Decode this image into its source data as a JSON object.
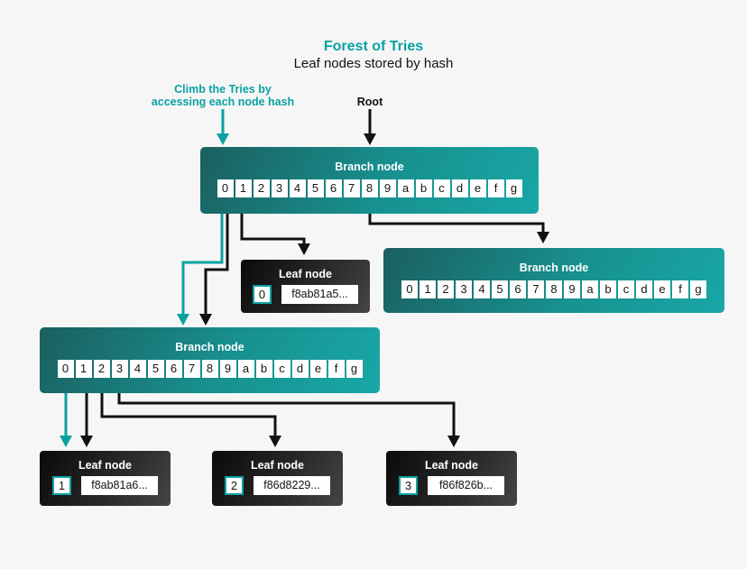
{
  "title": "Forest of Tries",
  "subtitle": "Leaf nodes stored by hash",
  "annotations": {
    "climb_line1": "Climb the Tries by",
    "climb_line2": "accessing each node hash",
    "root_label": "Root"
  },
  "colors": {
    "accent": "#0ba1a3",
    "ink": "#121212",
    "background": "#f6f6f6",
    "branch-dark": "#1b5f5f",
    "branch-light": "#18a7a7",
    "leaf-dark": "#0a0a0a",
    "leaf-light": "#454545",
    "cell-bg": "#ffffff"
  },
  "branch_cells": [
    "0",
    "1",
    "2",
    "3",
    "4",
    "5",
    "6",
    "7",
    "8",
    "9",
    "a",
    "b",
    "c",
    "d",
    "e",
    "f",
    "g"
  ],
  "nodes": {
    "branch_top": {
      "label": "Branch node"
    },
    "branch_right": {
      "label": "Branch node"
    },
    "branch_lower": {
      "label": "Branch node"
    },
    "leaf_mid": {
      "label": "Leaf node",
      "index": "0",
      "hash": "f8ab81a5..."
    },
    "leaf_1": {
      "label": "Leaf node",
      "index": "1",
      "hash": "f8ab81a6..."
    },
    "leaf_2": {
      "label": "Leaf node",
      "index": "2",
      "hash": "f86d8229..."
    },
    "leaf_3": {
      "label": "Leaf node",
      "index": "3",
      "hash": "f86f826b..."
    }
  }
}
